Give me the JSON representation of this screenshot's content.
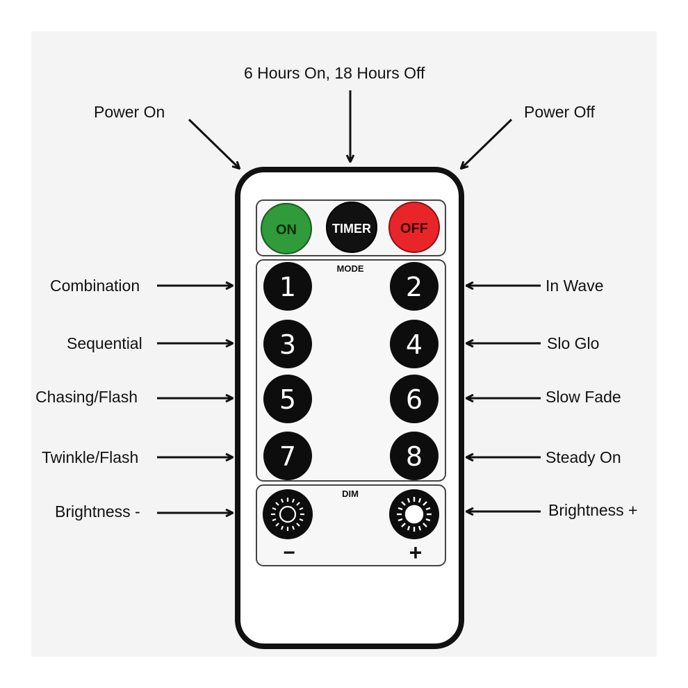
{
  "callouts": {
    "timer": "6 Hours On, 18 Hours Off",
    "power_on": "Power On",
    "power_off": "Power Off",
    "b1": "Combination",
    "b2": "In Wave",
    "b3": "Sequential",
    "b4": "Slo Glo",
    "b5": "Chasing/Flash",
    "b6": "Slow Fade",
    "b7": "Twinkle/Flash",
    "b8": "Steady On",
    "dim_minus": "Brightness -",
    "dim_plus": "Brightness +"
  },
  "remote": {
    "on_label": "ON",
    "timer_label": "TIMER",
    "off_label": "OFF",
    "mode_label": "MODE",
    "dim_label": "DIM",
    "minus_label": "−",
    "plus_label": "+",
    "buttons": [
      "1",
      "2",
      "3",
      "4",
      "5",
      "6",
      "7",
      "8"
    ]
  },
  "colors": {
    "on_button": "#2f9b3a",
    "off_button": "#e8262a",
    "timer_button": "#111111",
    "number_button": "#0d0d0d"
  },
  "icons": {
    "dim_minus": "sun-outline-icon",
    "dim_plus": "sun-filled-icon"
  }
}
